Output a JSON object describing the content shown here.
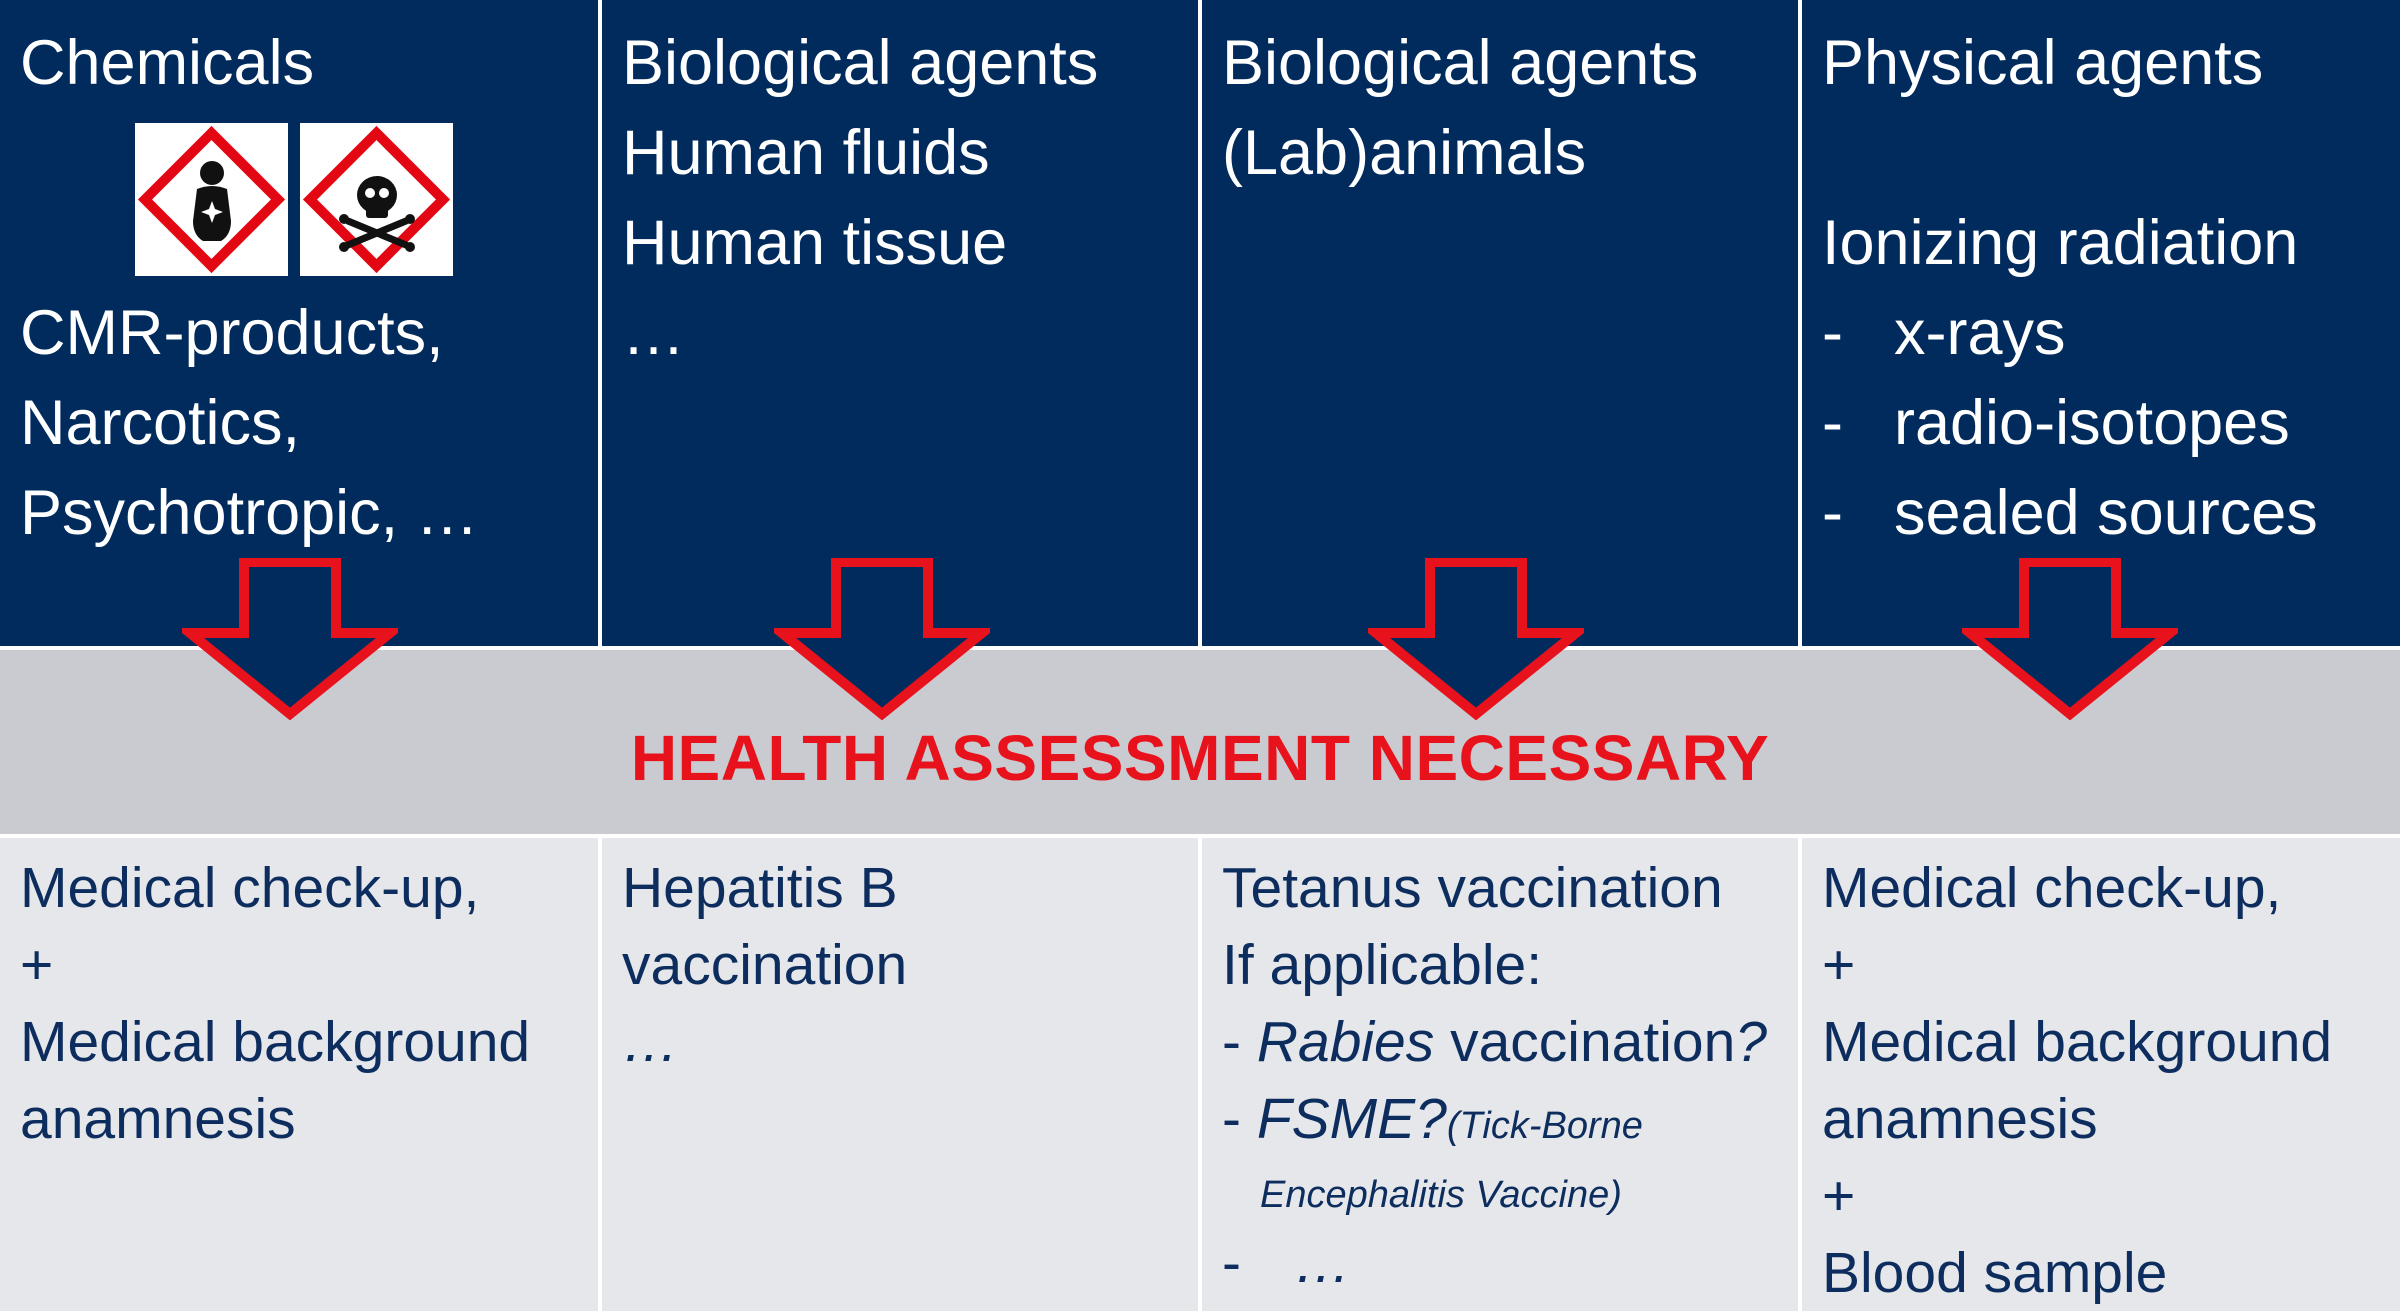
{
  "columns": [
    {
      "top_lines": [
        "Chemicals",
        "",
        "",
        "CMR-products,",
        "Narcotics,",
        "Psychotropic, …"
      ],
      "hazard_icons": [
        "health-hazard-icon",
        "skull-crossbones-icon"
      ],
      "bottom_lines": [
        "Medical check-up,",
        "+",
        "Medical background",
        "anamnesis"
      ]
    },
    {
      "top_lines": [
        "Biological agents",
        "Human fluids",
        "Human tissue",
        "…"
      ],
      "bottom_lines": [
        "Hepatitis B",
        "vaccination",
        "…"
      ]
    },
    {
      "top_lines": [
        "Biological agents",
        "(Lab)animals"
      ],
      "bottom": {
        "line1": "Tetanus vaccination",
        "line2": "If applicable:",
        "item1_dash": "- ",
        "item1_italic": "Rabies",
        "item1_rest": " vaccination",
        "item1_q": "?",
        "item2_dash": "- ",
        "item2_italic": "FSME?",
        "item2_small": "(Tick-Borne",
        "item2_small2": "Encephalitis Vaccine)",
        "item3_dash": "-",
        "item3_text": "…"
      }
    },
    {
      "top_title": "Physical agents",
      "top_subtitle": "Ionizing radiation",
      "radiation_items": [
        "x-rays",
        "radio-isotopes",
        "sealed sources"
      ],
      "dash": "-",
      "bottom_lines": [
        "Medical check-up,",
        "+",
        "Medical background",
        "anamnesis",
        "+",
        "Blood sample"
      ]
    }
  ],
  "banner": {
    "title": "HEALTH ASSESSMENT NECESSARY"
  },
  "colors": {
    "top_background": "#002b5c",
    "band_background": "#c9cbd0",
    "bottom_background": "#e6e7ea",
    "bottom_text": "#0d2d5e",
    "accent_red": "#e8121c",
    "hazard_red": "#e30613"
  }
}
